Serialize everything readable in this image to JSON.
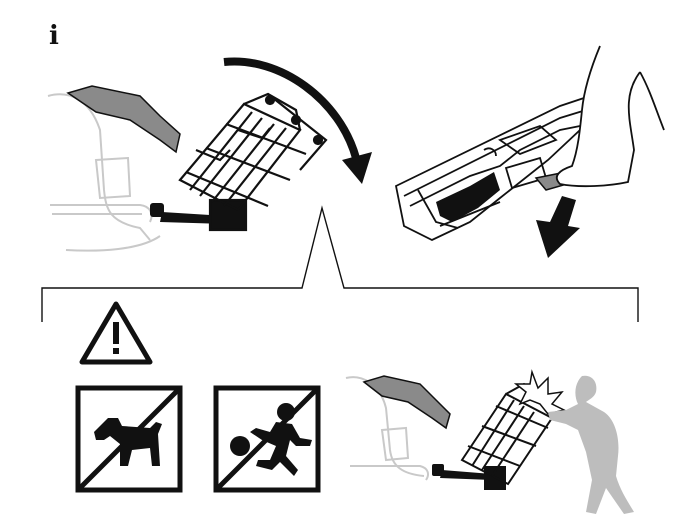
{
  "info": {
    "symbol": "i",
    "icon": "info-icon"
  },
  "panels": [
    {
      "id": "tilt-carrier",
      "icon": "carrier-tilt-illustration"
    },
    {
      "id": "release-pedal",
      "icon": "foot-pedal-release-illustration"
    }
  ],
  "warning": {
    "icon": "warning-triangle-icon",
    "prohibitions": [
      {
        "id": "no-dogs",
        "icon": "no-dog-sign"
      },
      {
        "id": "no-children",
        "icon": "no-child-playing-sign"
      }
    ],
    "hazard_scene": {
      "icon": "impact-hazard-illustration"
    }
  },
  "colors": {
    "ink": "#111111",
    "car_line": "#c9c9c9",
    "tailgate": "#8a8a8a",
    "person": "#bdbdbd"
  }
}
